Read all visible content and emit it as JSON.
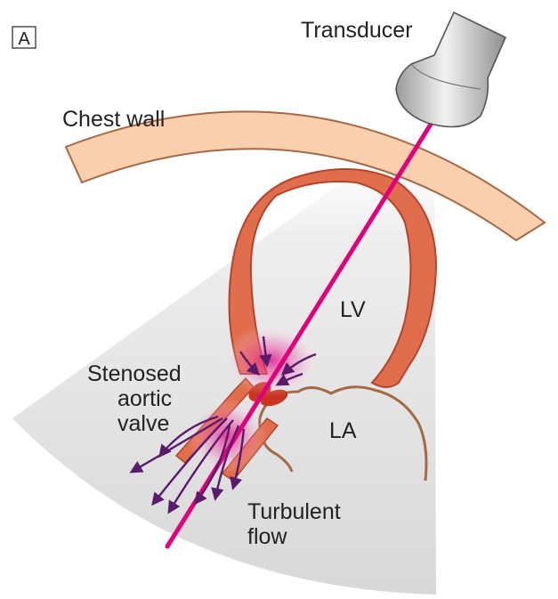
{
  "panel_label": "A",
  "labels": {
    "transducer": "Transducer",
    "chest_wall": "Chest wall",
    "lv": "LV",
    "la": "LA",
    "stenosed_line1": "Stenosed",
    "stenosed_line2": "aortic",
    "stenosed_line3": "valve",
    "turbulent_line1": "Turbulent",
    "turbulent_line2": "flow"
  },
  "colors": {
    "chest_wall_fill": "#f9cfae",
    "chest_wall_stroke": "#a36a45",
    "myocardium_fill": "#e06d4b",
    "myocardium_stroke": "#b2452c",
    "beam": "#e0007c",
    "flow_arrows": "#5a1b6b",
    "atrium_stroke": "#a36a45"
  }
}
